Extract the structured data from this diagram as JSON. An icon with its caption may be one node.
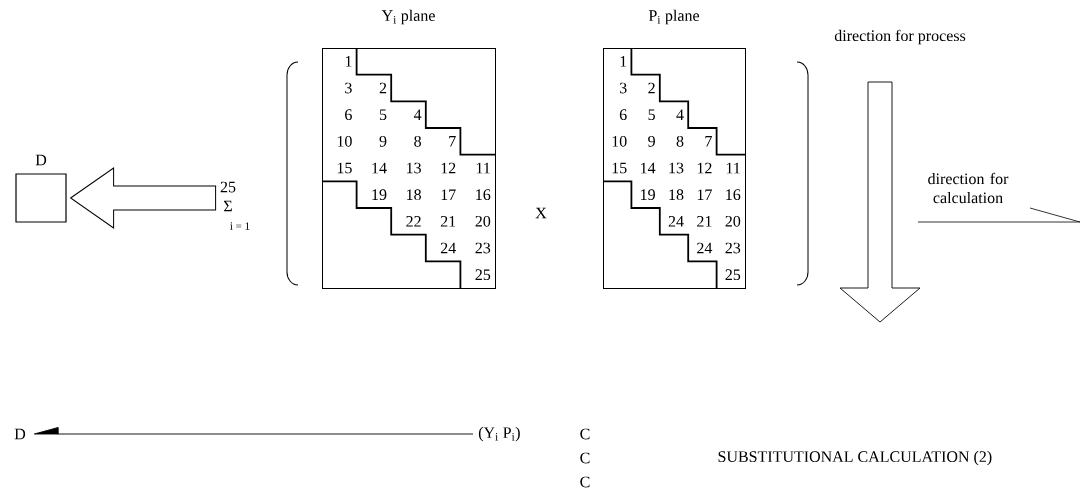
{
  "diagram": {
    "nodes": [
      {
        "text": [
          "D"
        ]
      },
      {
        "text": [
          "Y$_{i}$ plane",
          "1",
          "3",
          "2",
          "6",
          "5",
          "4",
          "10",
          "9",
          "8",
          "7",
          "15",
          "14",
          "13",
          "12",
          "11",
          "19",
          "18",
          "17",
          "16",
          "22",
          "21",
          "20",
          "24",
          "23",
          "25"
        ]
      },
      {
        "text": [
          "P$_{i}$ plane",
          "1",
          "3",
          "2",
          "6",
          "5",
          "4",
          "10",
          "9",
          "8",
          "7",
          "15",
          "14",
          "13",
          "12",
          "11",
          "19",
          "18",
          "17",
          "16",
          "24",
          "21",
          "20",
          "24",
          "23",
          "25"
        ]
      },
      {
        "text": [
          "D"
        ]
      },
      {
        "text": [
          "(Y$_{i}$ P$_{i}$)"
        ]
      }
    ],
    "edges": [
      {
        "from": null,
        "to": 0,
        "arrow": "to",
        "style": "thick"
      },
      {
        "from": 4,
        "to": 3,
        "arrow": "to"
      }
    ],
    "labels": [
      "25",
      "Σ",
      "i = 1",
      "X",
      "direction for process",
      "direction for calculation",
      "C",
      "C",
      "SUBSTITUTIONAL CALCULATION (2)",
      "C"
    ]
  }
}
